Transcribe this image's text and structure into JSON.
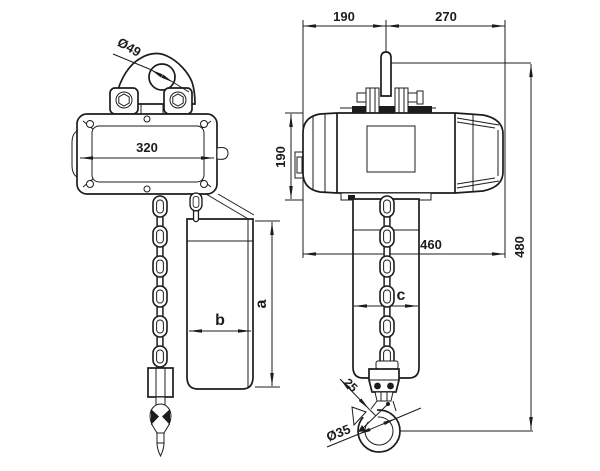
{
  "labels": {
    "front": {
      "eye_hole_dia": "Ø49",
      "body_width": "320",
      "bag_height": "a",
      "bag_width": "b"
    },
    "side": {
      "hook_to_left": "190",
      "hook_to_right": "270",
      "body_height": "190",
      "body_length": "460",
      "overall_height": "480",
      "bag_depth": "c",
      "hook_offset": "25",
      "hook_opening_dia": "Ø35"
    }
  },
  "colors": {
    "line": "#1c1c1c",
    "background": "#ffffff"
  }
}
